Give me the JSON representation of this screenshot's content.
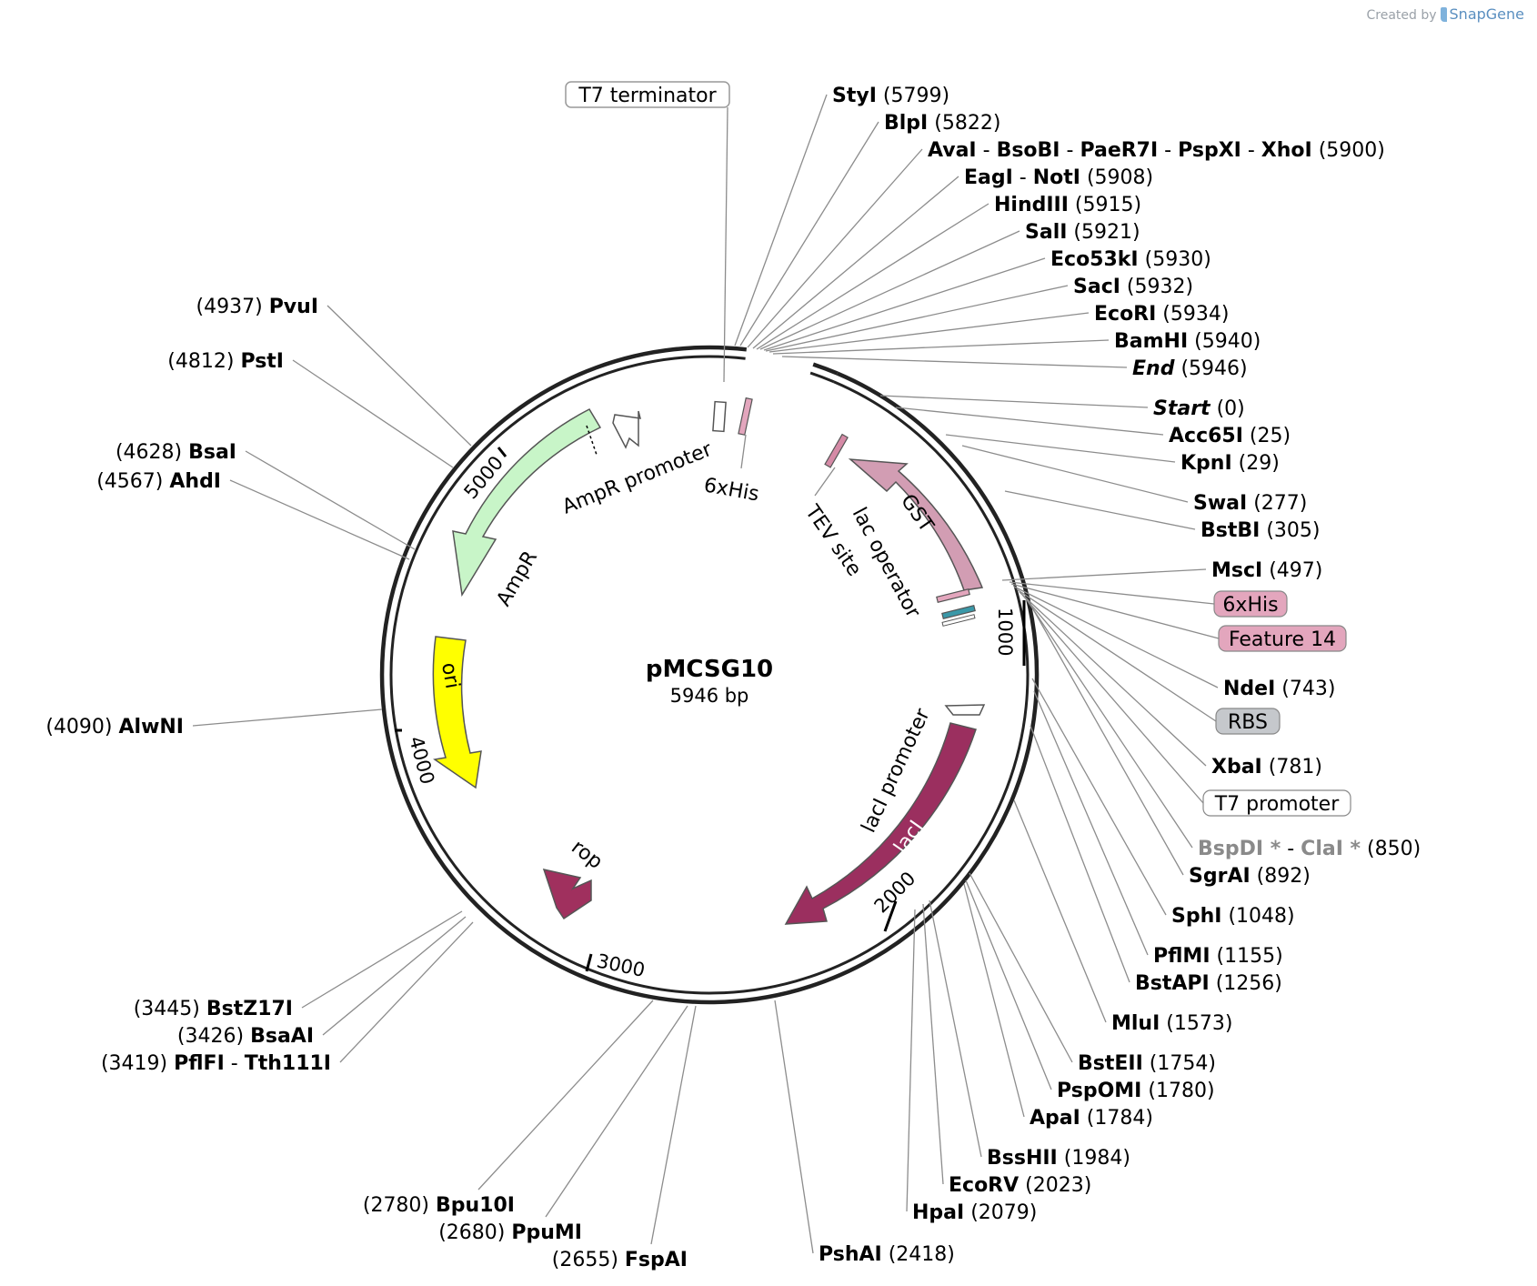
{
  "brand": {
    "prefix": "Created by",
    "name": "SnapGene"
  },
  "plasmid": {
    "name": "pMCSG10",
    "length_label": "5946 bp"
  },
  "colors": {
    "backbone": "#222222",
    "leader": "#8c8c8c",
    "AmpR": "#c8f5c8",
    "ori": "#ffff00",
    "rop": "#a0305e",
    "lacI": "#9b2f5f",
    "GST": "#d29db3",
    "his_tag": "#e3a6bd",
    "tev": "#d58aa6",
    "lac_operator": "#3a98a8",
    "rbs_box": "#c5c8cc"
  },
  "ticks": [
    "1000",
    "2000",
    "3000",
    "4000",
    "5000"
  ],
  "features": {
    "ampr_label": "AmpR",
    "ampr_promoter_label": "AmpR promoter",
    "ori_label": "ori",
    "rop_label": "rop",
    "laci_label": "lacI",
    "laci_promoter_label": "lacI promoter",
    "gst_label": "GST",
    "tev_label": "TEV site",
    "lac_operator_label": "lac operator",
    "his_inner_label": "6xHis"
  },
  "right_labels": [
    {
      "name": "StyI",
      "pos": "(5799)"
    },
    {
      "name": "BlpI",
      "pos": "(5822)"
    },
    {
      "names": [
        "AvaI",
        "BsoBI",
        "PaeR7I",
        "PspXI",
        "XhoI"
      ],
      "pos": "(5900)"
    },
    {
      "names": [
        "EagI",
        "NotI"
      ],
      "pos": "(5908)"
    },
    {
      "name": "HindIII",
      "pos": "(5915)"
    },
    {
      "name": "SalI",
      "pos": "(5921)"
    },
    {
      "name": "Eco53kI",
      "pos": "(5930)"
    },
    {
      "name": "SacI",
      "pos": "(5932)"
    },
    {
      "name": "EcoRI",
      "pos": "(5934)"
    },
    {
      "name": "BamHI",
      "pos": "(5940)"
    },
    {
      "name": "End",
      "pos": "(5946)"
    },
    {
      "name": "Start",
      "pos": "(0)"
    },
    {
      "name": "Acc65I",
      "pos": "(25)"
    },
    {
      "name": "KpnI",
      "pos": "(29)"
    },
    {
      "name": "SwaI",
      "pos": "(277)"
    },
    {
      "name": "BstBI",
      "pos": "(305)"
    },
    {
      "name": "MscI",
      "pos": "(497)"
    },
    {
      "feature": "6xHis"
    },
    {
      "feature": "Feature 14"
    },
    {
      "name": "NdeI",
      "pos": "(743)"
    },
    {
      "feature": "RBS"
    },
    {
      "name": "XbaI",
      "pos": "(781)"
    },
    {
      "feature": "T7 promoter"
    },
    {
      "names": [
        "BspDI",
        "ClaI"
      ],
      "pos": "(850)"
    },
    {
      "name": "SgrAI",
      "pos": "(892)"
    },
    {
      "name": "SphI",
      "pos": "(1048)"
    },
    {
      "name": "PflMI",
      "pos": "(1155)"
    },
    {
      "name": "BstAPI",
      "pos": "(1256)"
    },
    {
      "name": "MluI",
      "pos": "(1573)"
    },
    {
      "name": "BstEII",
      "pos": "(1754)"
    },
    {
      "name": "PspOMI",
      "pos": "(1780)"
    },
    {
      "name": "ApaI",
      "pos": "(1784)"
    },
    {
      "name": "BssHII",
      "pos": "(1984)"
    },
    {
      "name": "EcoRV",
      "pos": "(2023)"
    },
    {
      "name": "HpaI",
      "pos": "(2079)"
    },
    {
      "name": "PshAI",
      "pos": "(2418)"
    }
  ],
  "left_labels": [
    {
      "name": "PvuI",
      "pos": "(4937)"
    },
    {
      "name": "PstI",
      "pos": "(4812)"
    },
    {
      "name": "BsaI",
      "pos": "(4628)"
    },
    {
      "name": "AhdI",
      "pos": "(4567)"
    },
    {
      "name": "AlwNI",
      "pos": "(4090)"
    },
    {
      "name": "BstZ17I",
      "pos": "(3445)"
    },
    {
      "name": "BsaAI",
      "pos": "(3426)"
    },
    {
      "names": [
        "PflFI",
        "Tth111I"
      ],
      "pos": "(3419)"
    },
    {
      "name": "Bpu10I",
      "pos": "(2780)"
    },
    {
      "name": "PpuMI",
      "pos": "(2680)"
    },
    {
      "name": "FspAI",
      "pos": "(2655)"
    }
  ],
  "top_feature": "T7 terminator"
}
